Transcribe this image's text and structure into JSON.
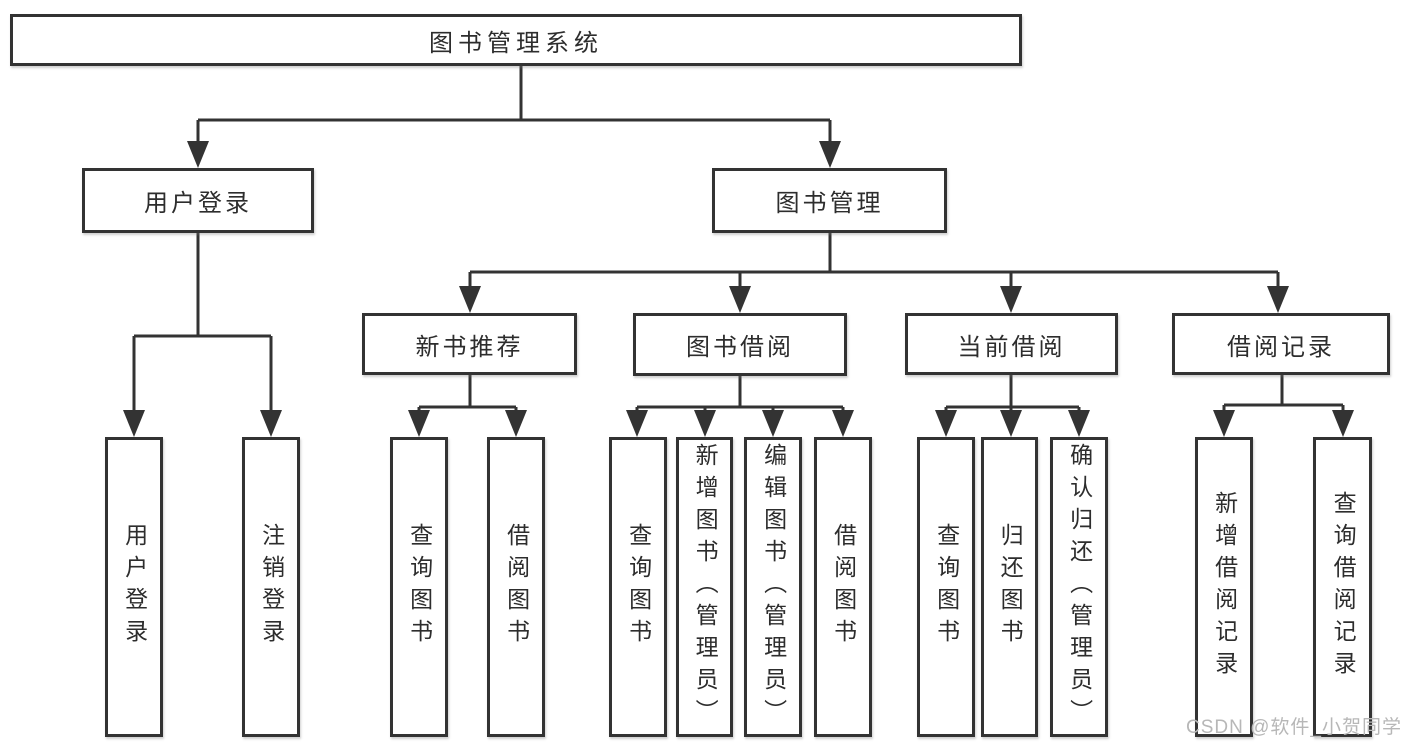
{
  "tree": {
    "root": {
      "label": "图书管理系统"
    },
    "branches": [
      {
        "label": "用户登录",
        "children": [
          "用户登录",
          "注销登录"
        ]
      },
      {
        "label": "图书管理",
        "sections": [
          {
            "label": "新书推荐",
            "children": [
              "查询图书",
              "借阅图书"
            ]
          },
          {
            "label": "图书借阅",
            "children": [
              "查询图书",
              "新增图书（管理员）",
              "编辑图书（管理员）",
              "借阅图书"
            ]
          },
          {
            "label": "当前借阅",
            "children": [
              "查询图书",
              "归还图书",
              "确认归还（管理员）"
            ]
          },
          {
            "label": "借阅记录",
            "children": [
              "新增借阅记录",
              "查询借阅记录"
            ]
          }
        ]
      }
    ]
  },
  "watermark": {
    "text": "CSDN @软件_小贺同学"
  },
  "colors": {
    "line": "#333333",
    "text": "#2d2d2d",
    "node-bg": "#ffffff",
    "watermark": "#b7b7b7",
    "background": "#ffffff"
  }
}
